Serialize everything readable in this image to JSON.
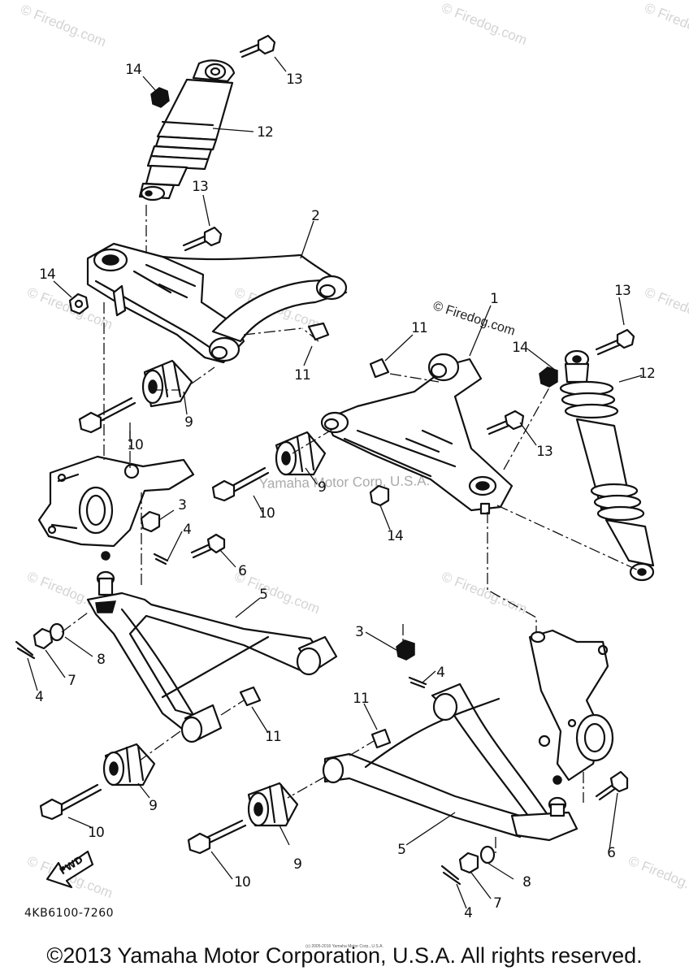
{
  "watermarks": [
    {
      "text": "© Firedog.com"
    },
    {
      "text": "© Firedog.com"
    },
    {
      "text": "© Firedog.com"
    },
    {
      "text": "© Firedog.com"
    },
    {
      "text": "© Firedog.com"
    },
    {
      "text": "© Firedog.com"
    },
    {
      "text": "© Firedog.com"
    },
    {
      "text": "© Firedog.com"
    },
    {
      "text": "© Firedog.com"
    },
    {
      "text": "© Firedog.com"
    },
    {
      "text": "© Firedog.com"
    }
  ],
  "firedog_mark": "© Firedog.com",
  "overlay_copyright": "Yamaha Motor Corp, U.S.A.",
  "callouts": [
    {
      "label": "14"
    },
    {
      "label": "13"
    },
    {
      "label": "12"
    },
    {
      "label": "13"
    },
    {
      "label": "2"
    },
    {
      "label": "14"
    },
    {
      "label": "11"
    },
    {
      "label": "9"
    },
    {
      "label": "10"
    },
    {
      "label": "3"
    },
    {
      "label": "4"
    },
    {
      "label": "6"
    },
    {
      "label": "5"
    },
    {
      "label": "8"
    },
    {
      "label": "7"
    },
    {
      "label": "4"
    },
    {
      "label": "11"
    },
    {
      "label": "9"
    },
    {
      "label": "10"
    },
    {
      "label": "1"
    },
    {
      "label": "11"
    },
    {
      "label": "14"
    },
    {
      "label": "13"
    },
    {
      "label": "12"
    },
    {
      "label": "13"
    },
    {
      "label": "9"
    },
    {
      "label": "10"
    },
    {
      "label": "14"
    },
    {
      "label": "3"
    },
    {
      "label": "4"
    },
    {
      "label": "11"
    },
    {
      "label": "5"
    },
    {
      "label": "9"
    },
    {
      "label": "10"
    },
    {
      "label": "8"
    },
    {
      "label": "7"
    },
    {
      "label": "4"
    },
    {
      "label": "6"
    }
  ],
  "fwd_label": "FWD",
  "part_code": "4KB6100-7260",
  "small_copyright": "(c) 2005-2016 Yamaha Motor Corp., U.S.A.",
  "copyright": "©2013 Yamaha Motor Corporation, U.S.A. All rights reserved."
}
